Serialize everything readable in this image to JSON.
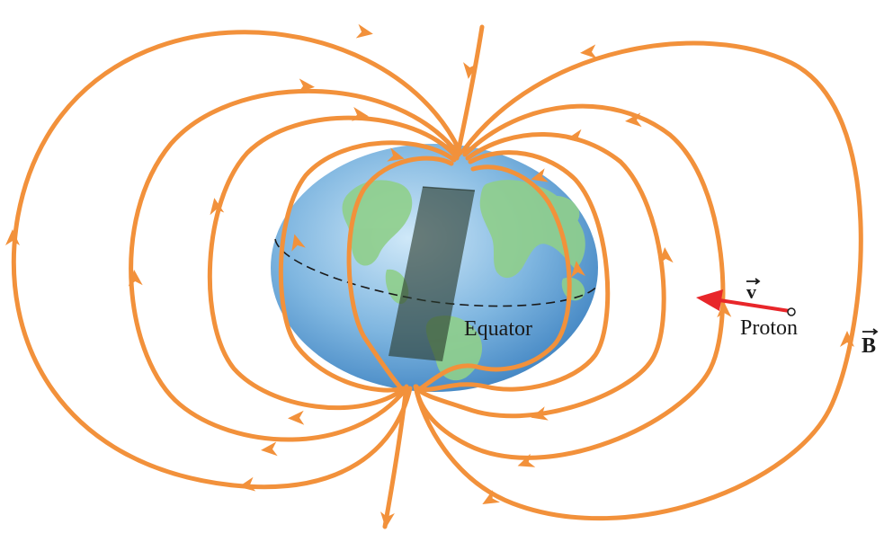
{
  "labels": {
    "equator": "Equator",
    "proton": "Proton",
    "velocity": "v",
    "field": "B"
  },
  "colors": {
    "field_line": "#f2913b",
    "velocity_arrow": "#e8262a",
    "ocean_light": "#b9dcf3",
    "ocean_dark": "#3d86c4",
    "land": "#8fcf8b",
    "magnet": "#2a3a2c"
  }
}
